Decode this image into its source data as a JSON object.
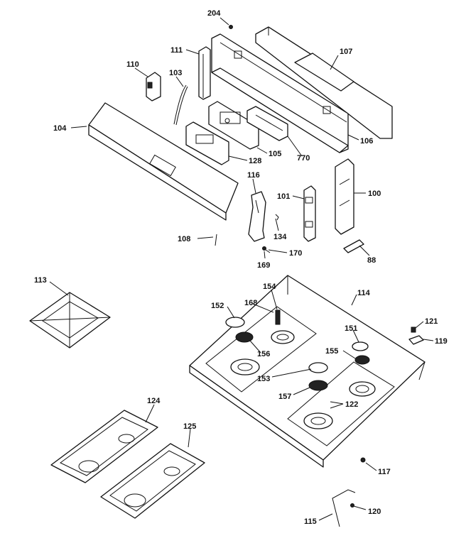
{
  "labels": {
    "p204": "204",
    "p107": "107",
    "p111": "111",
    "p110": "110",
    "p103": "103",
    "p104": "104",
    "p106": "106",
    "p105": "105",
    "p770": "770",
    "p128": "128",
    "p116": "116",
    "p101": "101",
    "p100": "100",
    "p134": "134",
    "p108": "108",
    "p170": "170",
    "p169": "169",
    "p88": "88",
    "p113": "113",
    "p114": "114",
    "p152": "152",
    "p168": "168",
    "p154": "154",
    "p151": "151",
    "p121": "121",
    "p119": "119",
    "p155": "155",
    "p156": "156",
    "p153": "153",
    "p157": "157",
    "p122": "122",
    "p124": "124",
    "p125": "125",
    "p117": "117",
    "p120": "120",
    "p115": "115"
  }
}
